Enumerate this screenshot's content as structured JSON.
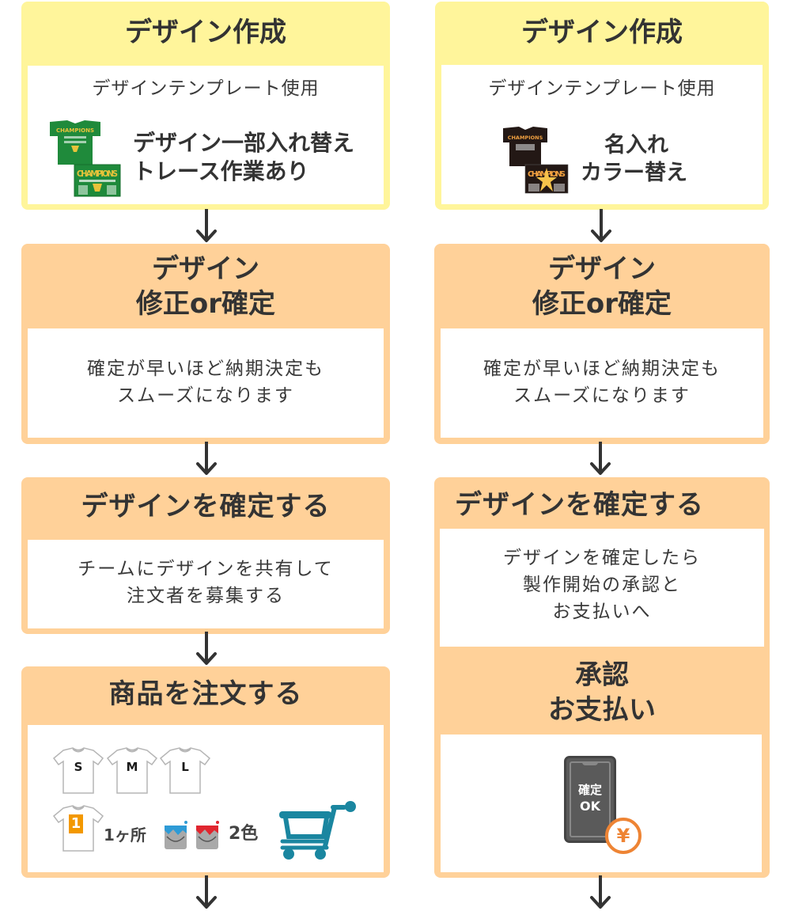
{
  "colors": {
    "yellow_box": "#FFF59B",
    "orange_box": "#FFD199",
    "text_dark": "#333333",
    "cart_teal": "#1A86A0",
    "yen_orange": "#EE8434",
    "badge_orange": "#F39800",
    "paint_blue": "#2E9BD6",
    "paint_red": "#E0262F"
  },
  "left_flow": {
    "step1": {
      "title": "デザイン作成",
      "subtitle": "デザインテンプレート使用",
      "image_icon": "green-champions-tshirt-image",
      "desc_line1": "デザイン一部入れ替え",
      "desc_line2": "トレース作業あり"
    },
    "step2": {
      "title_line1": "デザイン",
      "title_line2": "修正or確定",
      "body_line1": "確定が早いほど納期決定も",
      "body_line2": "スムーズになります"
    },
    "step3": {
      "title": "デザインを確定する",
      "body_line1": "チームにデザインを共有して",
      "body_line2": "注文者を募集する"
    },
    "step4": {
      "title": "商品を注文する",
      "sizes": [
        "S",
        "M",
        "L"
      ],
      "print_position_badge": "1",
      "print_position_label": "1ヶ所",
      "color_count_label": "2色",
      "cart_icon": "shopping-cart-icon"
    }
  },
  "right_flow": {
    "step1": {
      "title": "デザイン作成",
      "subtitle": "デザインテンプレート使用",
      "image_icon": "black-champions-tshirt-image",
      "desc_line1": "名入れ",
      "desc_line2": "カラー替え"
    },
    "step2": {
      "title_line1": "デザイン",
      "title_line2": "修正or確定",
      "body_line1": "確定が早いほど納期決定も",
      "body_line2": "スムーズになります"
    },
    "step3": {
      "title": "デザインを確定する",
      "body_line1": "デザインを確定したら",
      "body_line2": "製作開始の承認と",
      "body_line3": "お支払いへ"
    },
    "step4": {
      "title_line1": "承認",
      "title_line2": "お支払い",
      "phone_text_line1": "確定",
      "phone_text_line2": "OK",
      "yen_symbol": "¥"
    }
  }
}
